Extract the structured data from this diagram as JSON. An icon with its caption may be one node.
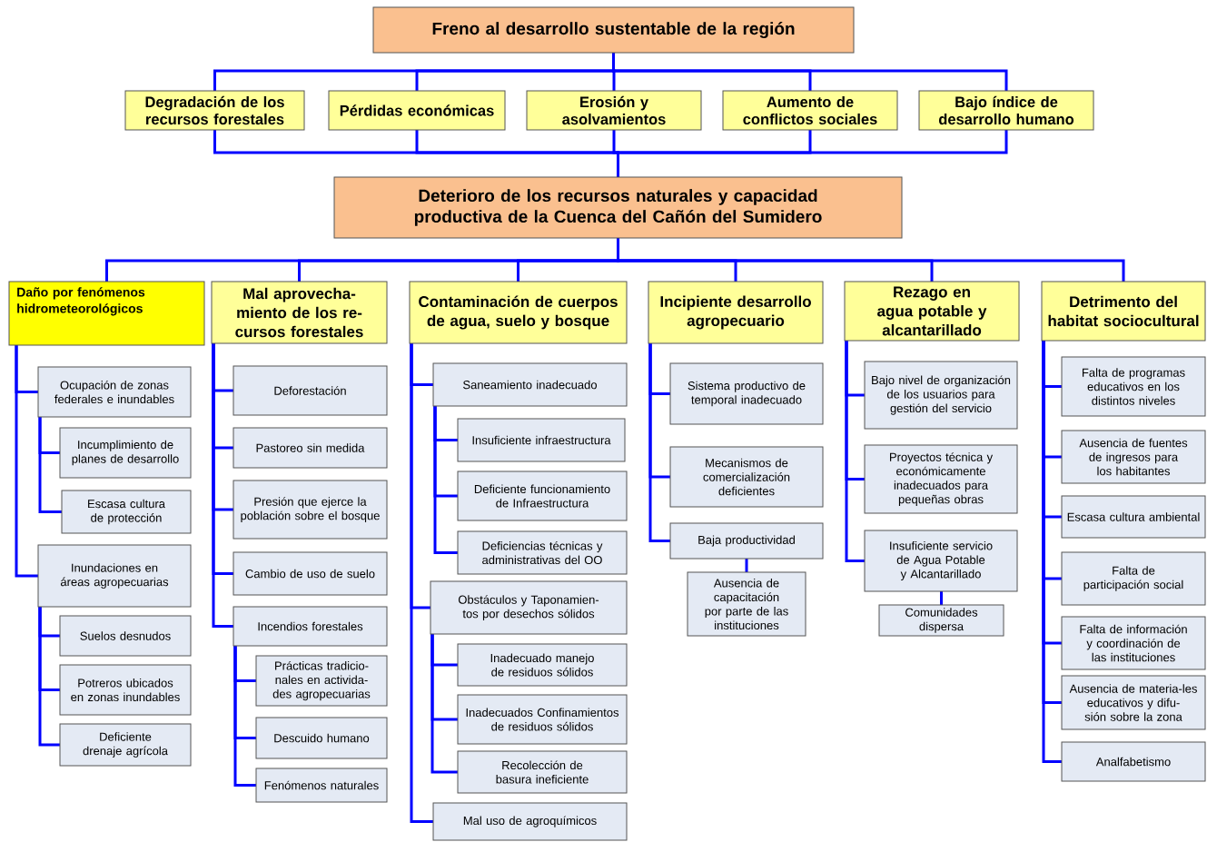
{
  "diagram": {
    "nodes": [
      {
        "text": [
          "Freno al desarrollo sustentable de la región"
        ]
      },
      {
        "text": [
          "Degradación de los recursos forestales"
        ]
      },
      {
        "text": [
          "Pérdidas económicas"
        ]
      },
      {
        "text": [
          "Erosión y asolvamientos"
        ]
      },
      {
        "text": [
          "Aumento de conflictos sociales"
        ]
      },
      {
        "text": [
          "Bajo índice de desarrollo humano"
        ]
      },
      {
        "text": [
          "Deterioro de los recursos naturales y capacidad productiva de la Cuenca del Cañón del Sumidero"
        ]
      },
      {
        "text": [
          "Daño por fenómenos hidrometeorológicos"
        ]
      },
      {
        "text": [
          "Ocupación de zonas federales e inundables"
        ]
      },
      {
        "text": [
          "Incumplimiento de planes de desarrollo"
        ]
      },
      {
        "text": [
          "Escasa cultura de protección"
        ]
      },
      {
        "text": [
          "Inundaciones en áreas agropecuarias"
        ]
      },
      {
        "text": [
          "Suelos desnudos"
        ]
      },
      {
        "text": [
          "Potreros ubicados en zonas inundables"
        ]
      },
      {
        "text": [
          "Deficiente drenaje agrícola"
        ]
      },
      {
        "text": [
          "Mal aprovecha-miento de los re-cursos forestales"
        ]
      },
      {
        "text": [
          "Deforestación"
        ]
      },
      {
        "text": [
          "Pastoreo sin medida"
        ]
      },
      {
        "text": [
          "Presión que ejerce la población sobre el bosque"
        ]
      },
      {
        "text": [
          "Cambio de uso de suelo"
        ]
      },
      {
        "text": [
          "Incendios forestales"
        ]
      },
      {
        "text": [
          "Prácticas tradicio-nales en activida-des agropecuarias"
        ]
      },
      {
        "text": [
          "Descuido humano"
        ]
      },
      {
        "text": [
          "Fenómenos naturales"
        ]
      },
      {
        "text": [
          "Contaminación de cuerpos de agua, suelo y bosque"
        ]
      },
      {
        "text": [
          "Saneamiento inadecuado"
        ]
      },
      {
        "text": [
          "Insuficiente infraestructura"
        ]
      },
      {
        "text": [
          "Deficiente funcionamiento de Infraestructura"
        ]
      },
      {
        "text": [
          "Deficiencias técnicas y administrativas del OO"
        ]
      },
      {
        "text": [
          "Obstáculos y Taponamien-tos por desechos sólidos"
        ]
      },
      {
        "text": [
          "Inadecuado manejo de residuos sólidos"
        ]
      },
      {
        "text": [
          "Inadecuados Confinamientos de residuos sólidos"
        ]
      },
      {
        "text": [
          "Recolección de basura ineficiente"
        ]
      },
      {
        "text": [
          "Mal uso de agroquímicos"
        ]
      },
      {
        "text": [
          "Incipiente desarrollo agropecuario"
        ]
      },
      {
        "text": [
          "Sistema productivo de temporal inadecuado"
        ]
      },
      {
        "text": [
          "Mecanismos de comercialización deficientes"
        ]
      },
      {
        "text": [
          "Baja productividad"
        ]
      },
      {
        "text": [
          "Ausencia de capacitación por parte de las instituciones"
        ]
      },
      {
        "text": [
          "Rezago en agua potable y alcantarillado"
        ]
      },
      {
        "text": [
          "Bajo nivel de organización de los usuarios para gestión del servicio"
        ]
      },
      {
        "text": [
          "Proyectos técnica y económicamente inadecuados para pequeñas obras"
        ]
      },
      {
        "text": [
          "Insuficiente servicio de Agua Potable y Alcantarillado"
        ]
      },
      {
        "text": [
          "Comunidades dispersa"
        ]
      },
      {
        "text": [
          "Detrimento del habitat sociocultural"
        ]
      },
      {
        "text": [
          "Falta de programas educativos en los distintos niveles"
        ]
      },
      {
        "text": [
          "Ausencia de fuentes de ingresos para los habitantes"
        ]
      },
      {
        "text": [
          "Escasa cultura ambiental"
        ]
      },
      {
        "text": [
          "Falta de participación social"
        ]
      },
      {
        "text": [
          "Falta de información y coordinación de las instituciones"
        ]
      },
      {
        "text": [
          "Ausencia de materia-les educativos y difu-sión sobre la zona"
        ]
      },
      {
        "text": [
          "Analfabetismo"
        ]
      }
    ],
    "edges": [
      {
        "from": 0,
        "to": 1,
        "arrow": "none"
      },
      {
        "from": 0,
        "to": 2,
        "arrow": "none"
      },
      {
        "from": 0,
        "to": 3,
        "arrow": "none"
      },
      {
        "from": 0,
        "to": 4,
        "arrow": "none"
      },
      {
        "from": 0,
        "to": 5,
        "arrow": "none"
      },
      {
        "from": 1,
        "to": 6,
        "arrow": "none"
      },
      {
        "from": 2,
        "to": 6,
        "arrow": "none"
      },
      {
        "from": 3,
        "to": 6,
        "arrow": "none"
      },
      {
        "from": 4,
        "to": 6,
        "arrow": "none"
      },
      {
        "from": 5,
        "to": 6,
        "arrow": "none"
      },
      {
        "from": 6,
        "to": 7,
        "arrow": "none"
      },
      {
        "from": 6,
        "to": 15,
        "arrow": "none"
      },
      {
        "from": 6,
        "to": 24,
        "arrow": "none"
      },
      {
        "from": 6,
        "to": 34,
        "arrow": "none"
      },
      {
        "from": 6,
        "to": 39,
        "arrow": "none"
      },
      {
        "from": 6,
        "to": 44,
        "arrow": "none"
      },
      {
        "from": 7,
        "to": 8,
        "arrow": "none"
      },
      {
        "from": 8,
        "to": 9,
        "arrow": "none"
      },
      {
        "from": 8,
        "to": 10,
        "arrow": "none"
      },
      {
        "from": 7,
        "to": 11,
        "arrow": "none"
      },
      {
        "from": 11,
        "to": 12,
        "arrow": "none"
      },
      {
        "from": 11,
        "to": 13,
        "arrow": "none"
      },
      {
        "from": 11,
        "to": 14,
        "arrow": "none"
      },
      {
        "from": 15,
        "to": 16,
        "arrow": "none"
      },
      {
        "from": 15,
        "to": 17,
        "arrow": "none"
      },
      {
        "from": 15,
        "to": 18,
        "arrow": "none"
      },
      {
        "from": 15,
        "to": 19,
        "arrow": "none"
      },
      {
        "from": 15,
        "to": 20,
        "arrow": "none"
      },
      {
        "from": 20,
        "to": 21,
        "arrow": "none"
      },
      {
        "from": 20,
        "to": 22,
        "arrow": "none"
      },
      {
        "from": 20,
        "to": 23,
        "arrow": "none"
      },
      {
        "from": 24,
        "to": 25,
        "arrow": "none"
      },
      {
        "from": 25,
        "to": 26,
        "arrow": "none"
      },
      {
        "from": 25,
        "to": 27,
        "arrow": "none"
      },
      {
        "from": 25,
        "to": 28,
        "arrow": "none"
      },
      {
        "from": 24,
        "to": 29,
        "arrow": "none"
      },
      {
        "from": 29,
        "to": 30,
        "arrow": "none"
      },
      {
        "from": 29,
        "to": 31,
        "arrow": "none"
      },
      {
        "from": 29,
        "to": 32,
        "arrow": "none"
      },
      {
        "from": 24,
        "to": 33,
        "arrow": "none"
      },
      {
        "from": 34,
        "to": 35,
        "arrow": "none"
      },
      {
        "from": 34,
        "to": 36,
        "arrow": "none"
      },
      {
        "from": 34,
        "to": 37,
        "arrow": "none"
      },
      {
        "from": 37,
        "to": 38,
        "arrow": "none"
      },
      {
        "from": 39,
        "to": 40,
        "arrow": "none"
      },
      {
        "from": 39,
        "to": 41,
        "arrow": "none"
      },
      {
        "from": 39,
        "to": 42,
        "arrow": "none"
      },
      {
        "from": 42,
        "to": 43,
        "arrow": "none"
      },
      {
        "from": 44,
        "to": 45,
        "arrow": "none"
      },
      {
        "from": 44,
        "to": 46,
        "arrow": "none"
      },
      {
        "from": 44,
        "to": 47,
        "arrow": "none"
      },
      {
        "from": 44,
        "to": 48,
        "arrow": "none"
      },
      {
        "from": 44,
        "to": 49,
        "arrow": "none"
      },
      {
        "from": 44,
        "to": 50,
        "arrow": "none"
      },
      {
        "from": 44,
        "to": 51,
        "arrow": "none"
      }
    ]
  }
}
